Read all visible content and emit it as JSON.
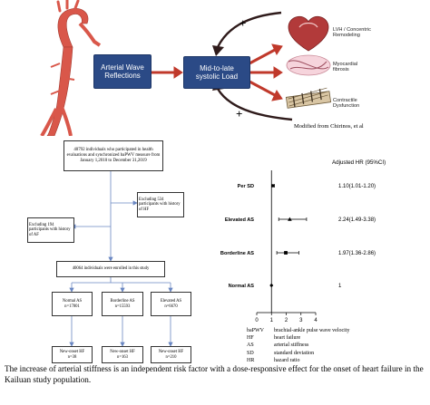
{
  "top_diagram": {
    "box_left": [
      "Arterial Wave",
      "Reflections"
    ],
    "box_center": [
      "Mid-to-late",
      "systolic Load"
    ],
    "outcome_1": [
      "LVH / Concentric",
      "Remodeling"
    ],
    "outcome_2": [
      "Myocardial",
      "fibrosis"
    ],
    "outcome_3": [
      "Contractile",
      "Dysfunction"
    ],
    "plus_top": "+",
    "plus_bottom": "+",
    "credit": "Modified from Chirinos,  et al"
  },
  "flowchart": {
    "top_box": "40792 individuals who participated in health evaluations and synchronized baPWV measure from January 1,2010 to December 31,2019",
    "excl_1": "Excluding  534 participants with history of HF",
    "excl_2": "Excluding  194 participants with history of AF",
    "enrolled": "40064 individuals were enrolled in this study",
    "group_normal": "Normal AS",
    "group_normal_n": "n=17801",
    "group_border": "Borderline AS",
    "group_border_n": "n=15593",
    "group_elevated": "Elevated AS",
    "group_elevated_n": "n=6670",
    "hf_normal": "New-onset HF",
    "hf_normal_n": "n=38",
    "hf_border": "New-onset HF",
    "hf_border_n": "n=163",
    "hf_elevated": "New-onset HF",
    "hf_elevated_n": "n=210"
  },
  "chart_data": {
    "type": "forest",
    "header": "Adjusted HR (95%CI)",
    "rows": [
      {
        "label": "Per SD",
        "hr": 1.1,
        "lo": 1.01,
        "hi": 1.2,
        "text": "1.10(1.01-1.20)",
        "marker": "circle"
      },
      {
        "label": "Elevated AS",
        "hr": 2.24,
        "lo": 1.49,
        "hi": 3.38,
        "text": "2.24(1.49-3.38)",
        "marker": "triangle"
      },
      {
        "label": "Borderline AS",
        "hr": 1.97,
        "lo": 1.36,
        "hi": 2.86,
        "text": "1.97(1.36-2.86)",
        "marker": "square"
      },
      {
        "label": "Normal AS",
        "hr": 1,
        "lo": 1,
        "hi": 1,
        "text": "1",
        "marker": "diamond"
      }
    ],
    "x_ticks": [
      "0",
      "1",
      "2",
      "3",
      "4"
    ],
    "xlim": [
      0,
      4
    ],
    "ref_line": 1
  },
  "legend": [
    {
      "abbr": "baPWV",
      "full": "brachial-ankle pulse wave velocity"
    },
    {
      "abbr": "HF",
      "full": "heart failure"
    },
    {
      "abbr": "AS",
      "full": "arterial stiffness"
    },
    {
      "abbr": "SD",
      "full": "standard deviation"
    },
    {
      "abbr": "HR",
      "full": "hazard ratio"
    }
  ],
  "caption": "The increase of arterial stiffness is an independent risk factor with a dose-responsive effect for the onset of heart failure in the Kailuan study population.",
  "colors": {
    "box_blue": "#2b4a86",
    "arrow_red": "#c0392b",
    "artery": "#d9574a"
  }
}
